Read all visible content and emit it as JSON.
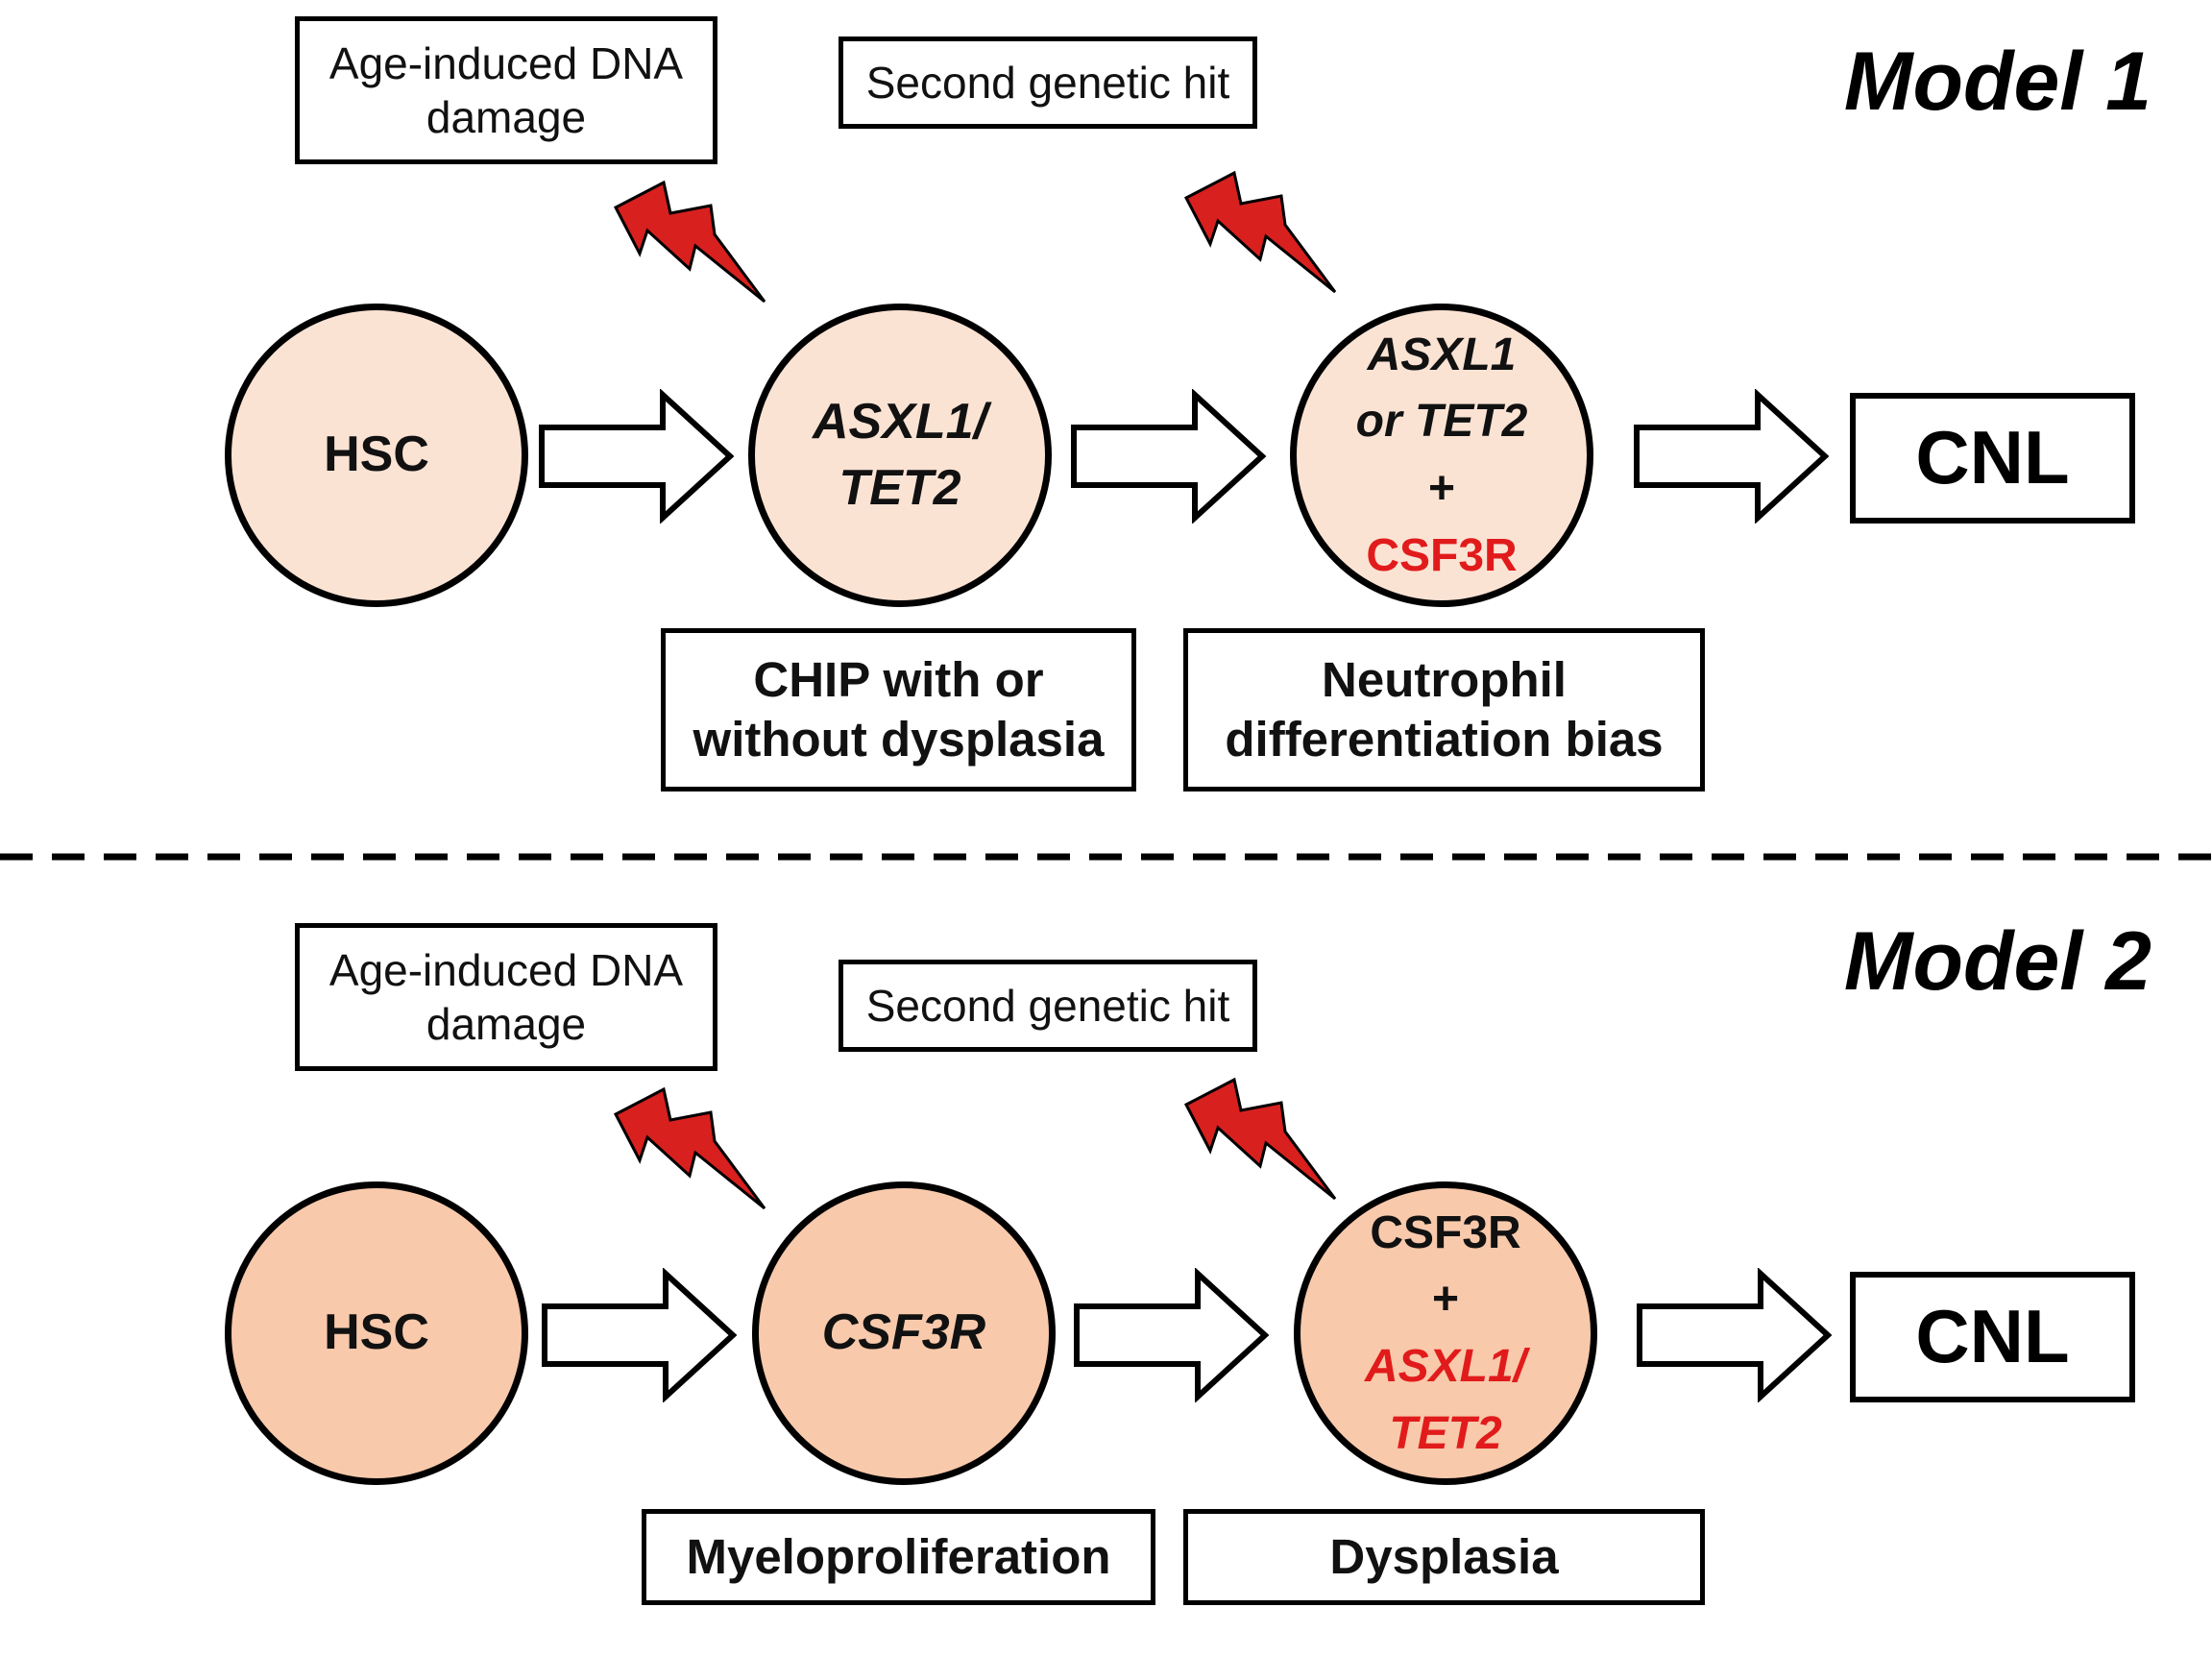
{
  "colors": {
    "circle_fill_model1": "#fbe3d4",
    "circle_fill_model2": "#f8c9ab",
    "highlight": "#e11b1b",
    "bolt_fill": "#d8201f",
    "outline": "#000000"
  },
  "models": [
    {
      "label": "Model 1",
      "trigger_dna": [
        "Age-induced DNA",
        "damage"
      ],
      "trigger_hit": "Second genetic hit",
      "circles": {
        "hsc": "HSC",
        "stage2": [
          "ASXL1/",
          "TET2"
        ],
        "stage3": [
          "ASXL1",
          "or TET2",
          "+",
          "CSF3R"
        ]
      },
      "outcome_1": [
        "CHIP with or",
        "without dysplasia"
      ],
      "outcome_2": [
        "Neutrophil",
        "differentiation bias"
      ],
      "endpoint": "CNL"
    },
    {
      "label": "Model 2",
      "trigger_dna": [
        "Age-induced DNA",
        "damage"
      ],
      "trigger_hit": "Second genetic hit",
      "circles": {
        "hsc": "HSC",
        "stage2": [
          "CSF3R"
        ],
        "stage3": [
          "CSF3R",
          "+",
          "ASXL1/",
          "TET2"
        ]
      },
      "outcome_1": [
        "Myeloproliferation"
      ],
      "outcome_2": [
        "Dysplasia"
      ],
      "endpoint": "CNL"
    }
  ],
  "icons": [
    "lightning-bolt-icon",
    "right-arrow-icon"
  ]
}
